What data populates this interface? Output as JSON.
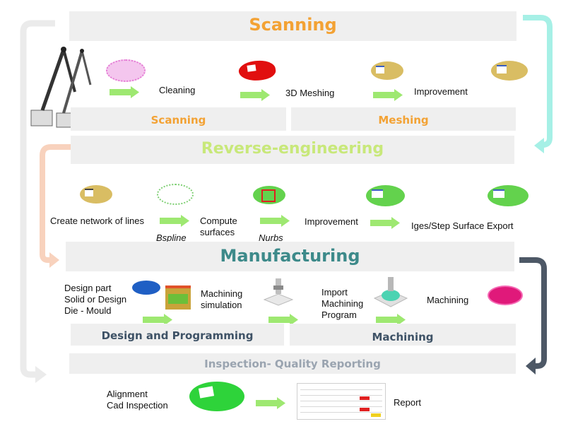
{
  "colors": {
    "scanning": "#f3a234",
    "reverse": "#c8e87a",
    "manufacturing": "#3d8a8a",
    "inspection": "#9aa4b0",
    "band": "#efefef",
    "arrow_green": "#9ee871",
    "curve_teal": "#a6f0e6",
    "curve_peach": "#f8d2bd",
    "curve_dark": "#4d5866",
    "curve_grey": "#ebebeb"
  },
  "scanning": {
    "title": "Scanning",
    "steps": [
      "Cleaning",
      "3D Meshing",
      "Improvement"
    ],
    "sub_left": "Scanning",
    "sub_right": "Meshing"
  },
  "reverse": {
    "title": "Reverse-engineering",
    "steps": [
      "Create network of lines",
      "Compute",
      "surfaces",
      "Improvement",
      "Iges/Step Surface Export"
    ],
    "notes": [
      "Bspline",
      "Nurbs"
    ]
  },
  "manufacturing": {
    "title": "Manufacturing",
    "design": [
      "Design part",
      "Solid or Design",
      "Die - Mould"
    ],
    "simulation": [
      "Machining",
      "simulation"
    ],
    "import": [
      "Import",
      "Machining",
      "Program"
    ],
    "machining": "Machining",
    "sub_left": "Design and Programming",
    "sub_right": "Machining"
  },
  "inspection": {
    "title": "Inspection- Quality Reporting",
    "steps": [
      "Alignment",
      "Cad Inspection"
    ],
    "report": "Report"
  }
}
